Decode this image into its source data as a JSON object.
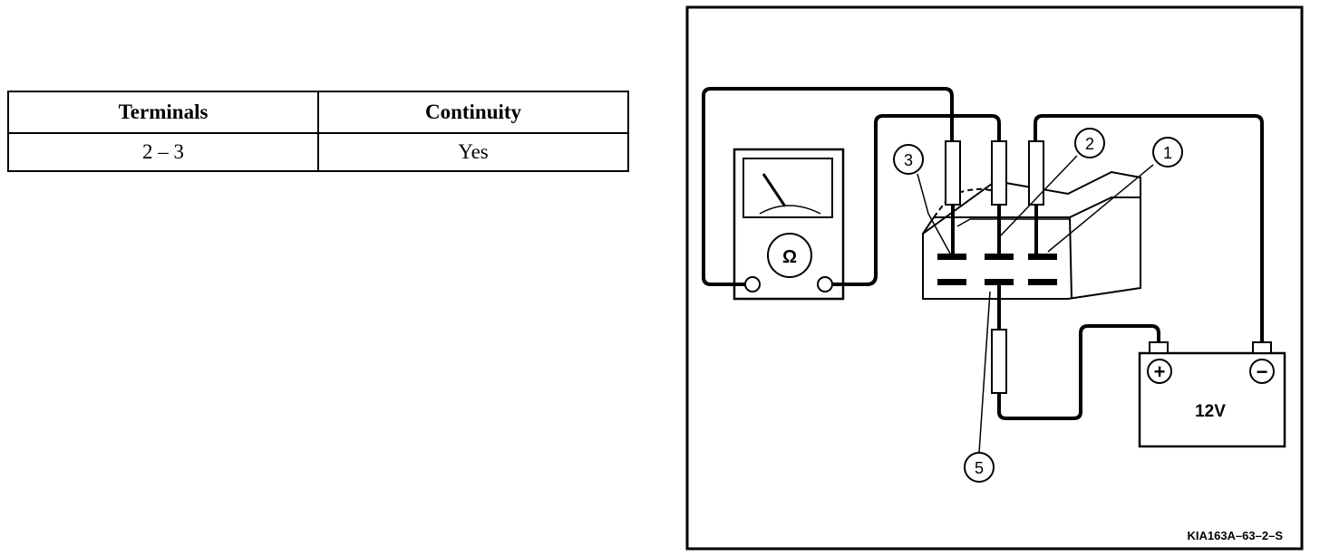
{
  "table": {
    "headers": [
      "Terminals",
      "Continuity"
    ],
    "rows": [
      [
        "2 – 3",
        "Yes"
      ]
    ]
  },
  "diagram": {
    "meter_symbol": "Ω",
    "callouts": [
      "3",
      "2",
      "1",
      "5"
    ],
    "battery_voltage": "12V",
    "battery_plus": "+",
    "battery_minus": "−",
    "figure_code": "KIA163A–63–2–S"
  }
}
